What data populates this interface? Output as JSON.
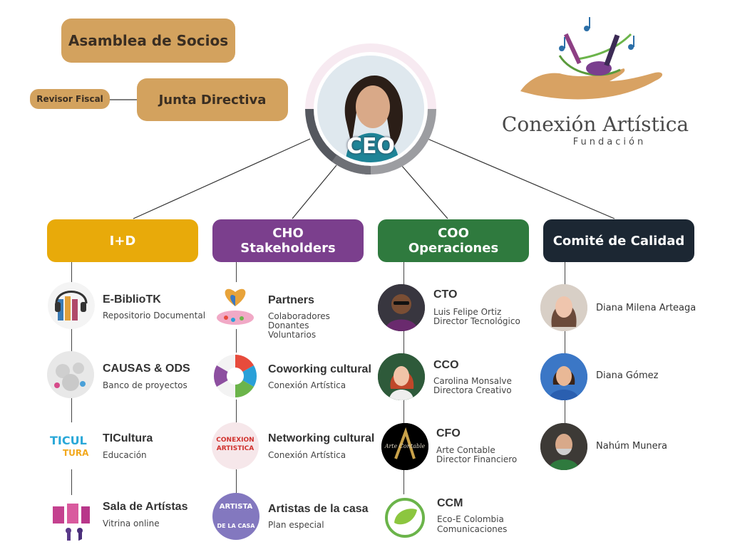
{
  "governance": {
    "assembly": "Asamblea de Socios",
    "board": "Junta Directiva",
    "auditor": "Revisor Fiscal"
  },
  "ceo": {
    "label": "CEO"
  },
  "logo": {
    "name": "Conexión Artística",
    "subtitle": "Fundación",
    "icon": "hand-with-art-tools-icon"
  },
  "colors": {
    "tan": "#D3A25E",
    "id": "#E8AA0A",
    "cho": "#7B3F8D",
    "coo": "#2F7A3E",
    "quality": "#1C2733"
  },
  "departments": {
    "id": {
      "line1": "I+D",
      "items": [
        {
          "title": "E-BiblioTK",
          "sub": [
            "Repositorio Documental"
          ]
        },
        {
          "title": "CAUSAS & ODS",
          "sub": [
            "Banco de proyectos"
          ]
        },
        {
          "title": "TICultura",
          "sub": [
            "Educación"
          ]
        },
        {
          "title": "Sala de Artístas",
          "sub": [
            "Vitrina online"
          ]
        }
      ]
    },
    "cho": {
      "line1": "CHO",
      "line2": "Stakeholders",
      "items": [
        {
          "title": "Partners",
          "sub": [
            "Colaboradores",
            "Donantes",
            "Voluntarios"
          ]
        },
        {
          "title": "Coworking cultural",
          "sub": [
            "Conexión Artística"
          ]
        },
        {
          "title": "Networking cultural",
          "sub": [
            "Conexión Artística"
          ]
        },
        {
          "title": "Artistas de la casa",
          "sub": [
            "Plan especial"
          ]
        }
      ]
    },
    "coo": {
      "line1": "COO",
      "line2": "Operaciones",
      "items": [
        {
          "title": "CTO",
          "sub": [
            "Luis Felipe Ortiz",
            "Director Tecnológico"
          ]
        },
        {
          "title": "CCO",
          "sub": [
            "Carolina Monsalve",
            "Directora Creativo"
          ]
        },
        {
          "title": "CFO",
          "sub": [
            "Arte Contable",
            "Director Financiero"
          ]
        },
        {
          "title": "CCM",
          "sub": [
            "Eco-E Colombia",
            "Comunicaciones"
          ]
        }
      ]
    },
    "quality": {
      "line1": "Comité de Calidad",
      "members": [
        "Diana Milena Arteaga",
        "Diana Gómez",
        "Nahúm Munera"
      ]
    }
  },
  "icon_text": {
    "ticultura": [
      "TICUL",
      "TURA"
    ],
    "conexion": [
      "CONEXION",
      "ARTISTICA"
    ],
    "artista": [
      "ARTISTA",
      "DE LA CASA"
    ],
    "arte_contable": "Arte Contable"
  }
}
